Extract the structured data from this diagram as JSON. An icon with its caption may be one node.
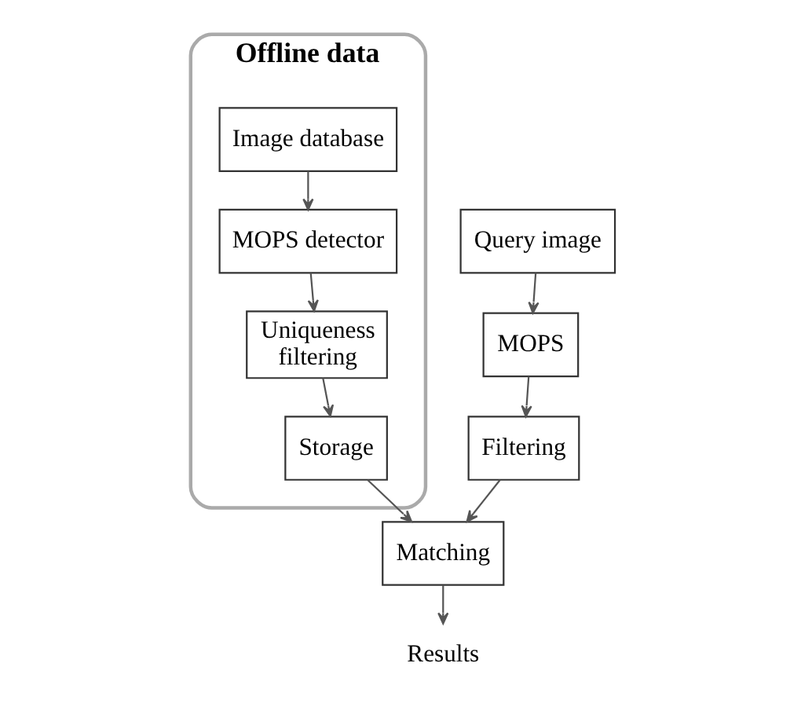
{
  "diagram": {
    "nodes": [
      {
        "text": [
          "Offline data"
        ]
      },
      {
        "text": [
          "Image database"
        ],
        "in": 0
      },
      {
        "text": [
          "MOPS detector"
        ],
        "in": 0
      },
      {
        "text": [
          "Uniqueness filtering"
        ],
        "in": 0
      },
      {
        "text": [
          "Storage"
        ],
        "in": 0
      },
      {
        "text": [
          "Query image"
        ]
      },
      {
        "text": [
          "MOPS"
        ]
      },
      {
        "text": [
          "Filtering"
        ]
      },
      {
        "text": [
          "Matching"
        ]
      },
      {
        "text": [
          "Results"
        ]
      }
    ],
    "edges": [
      {
        "from": 1,
        "to": 2,
        "arrow": "to"
      },
      {
        "from": 2,
        "to": 3,
        "arrow": "to"
      },
      {
        "from": 3,
        "to": 4,
        "arrow": "to"
      },
      {
        "from": 4,
        "to": 8,
        "arrow": "to"
      },
      {
        "from": 5,
        "to": 6,
        "arrow": "to"
      },
      {
        "from": 6,
        "to": 7,
        "arrow": "to"
      },
      {
        "from": 7,
        "to": 8,
        "arrow": "to"
      },
      {
        "from": 8,
        "to": 9,
        "arrow": "to"
      }
    ]
  }
}
